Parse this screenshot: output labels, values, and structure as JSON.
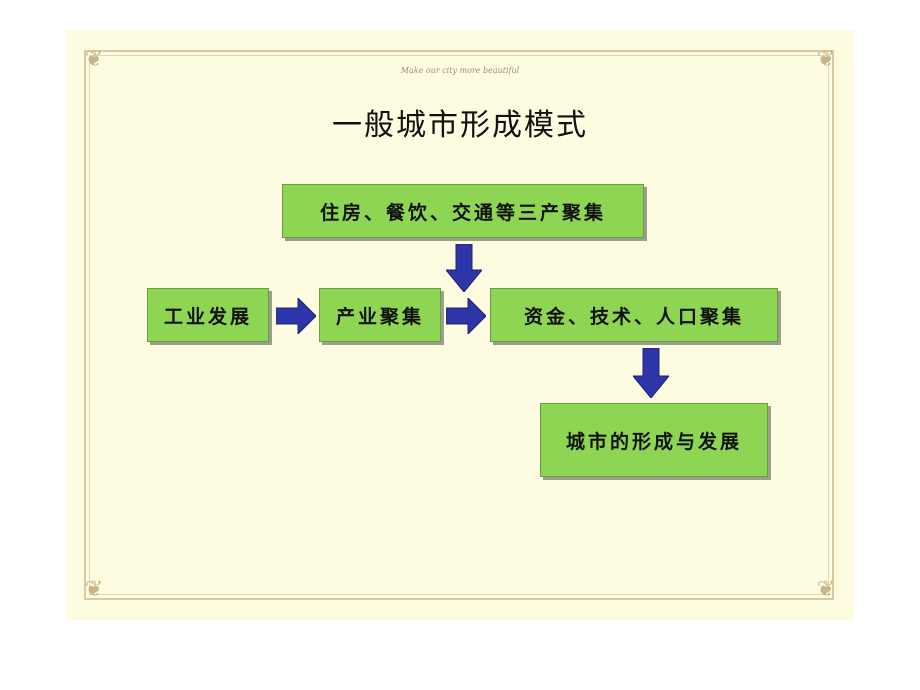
{
  "slide": {
    "tagline": "Make our city more beautiful",
    "title": "一般城市形成模式"
  },
  "diagram": {
    "nodes": {
      "services": "住房、餐饮、交通等三产聚集",
      "industry_development": "工业发展",
      "industry_cluster": "产业聚集",
      "resources_cluster": "资金、技术、人口聚集",
      "city_formation": "城市的形成与发展"
    },
    "edges": [
      [
        "industry_development",
        "industry_cluster"
      ],
      [
        "industry_cluster",
        "resources_cluster"
      ],
      [
        "services",
        "resources_cluster"
      ],
      [
        "resources_cluster",
        "city_formation"
      ]
    ]
  },
  "colors": {
    "box_fill": "#8ed553",
    "box_border": "#6f9b3f",
    "arrow_fill": "#2e35a8",
    "slide_bg": "#fdfbe0",
    "frame_line": "#d8c9a4"
  },
  "icons": [
    "corner-flourish-icon",
    "arrow-right-icon",
    "arrow-down-icon"
  ]
}
